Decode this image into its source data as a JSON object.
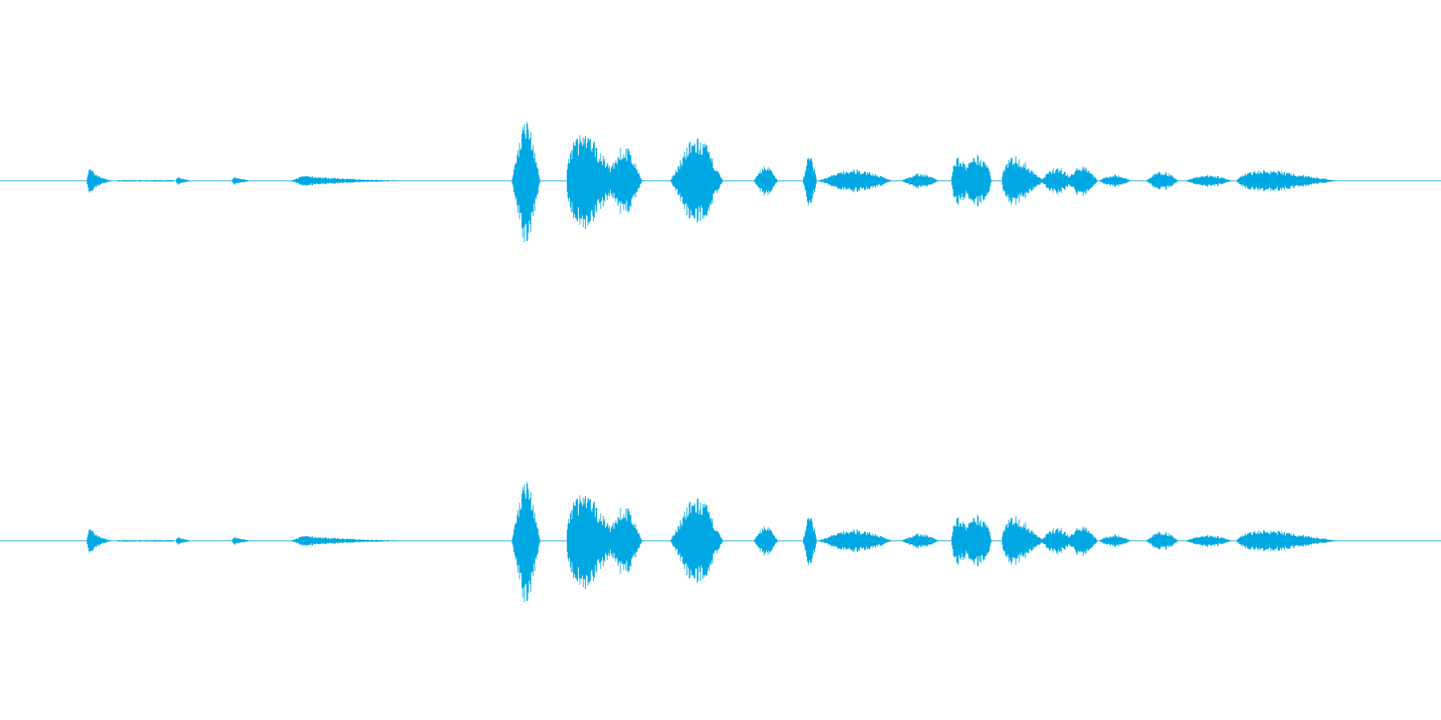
{
  "waveform": {
    "color": "#00a8e3",
    "channels": [
      {
        "id": "channel-1",
        "segments": [
          {
            "start": 0.06,
            "end": 0.082,
            "amp": 0.26,
            "shape": "decay"
          },
          {
            "start": 0.082,
            "end": 0.12,
            "amp": 0.02,
            "shape": "flat"
          },
          {
            "start": 0.122,
            "end": 0.137,
            "amp": 0.08,
            "shape": "decay"
          },
          {
            "start": 0.161,
            "end": 0.178,
            "amp": 0.1,
            "shape": "decay"
          },
          {
            "start": 0.202,
            "end": 0.305,
            "amp": 0.1,
            "shape": "decay"
          },
          {
            "start": 0.355,
            "end": 0.375,
            "amp": 1.0,
            "shape": "bell"
          },
          {
            "start": 0.393,
            "end": 0.432,
            "amp": 0.85,
            "shape": "bell-early"
          },
          {
            "start": 0.42,
            "end": 0.446,
            "amp": 0.55,
            "shape": "bell"
          },
          {
            "start": 0.465,
            "end": 0.502,
            "amp": 0.68,
            "shape": "bell"
          },
          {
            "start": 0.523,
            "end": 0.54,
            "amp": 0.25,
            "shape": "bell"
          },
          {
            "start": 0.557,
            "end": 0.567,
            "amp": 0.42,
            "shape": "bell"
          },
          {
            "start": 0.567,
            "end": 0.62,
            "amp": 0.18,
            "shape": "bell"
          },
          {
            "start": 0.625,
            "end": 0.652,
            "amp": 0.12,
            "shape": "bell"
          },
          {
            "start": 0.66,
            "end": 0.688,
            "amp": 0.4,
            "shape": "plateau"
          },
          {
            "start": 0.695,
            "end": 0.725,
            "amp": 0.45,
            "shape": "bell-early"
          },
          {
            "start": 0.722,
            "end": 0.745,
            "amp": 0.22,
            "shape": "bell"
          },
          {
            "start": 0.74,
            "end": 0.762,
            "amp": 0.26,
            "shape": "bell"
          },
          {
            "start": 0.762,
            "end": 0.785,
            "amp": 0.1,
            "shape": "bell"
          },
          {
            "start": 0.795,
            "end": 0.818,
            "amp": 0.16,
            "shape": "bell"
          },
          {
            "start": 0.822,
            "end": 0.855,
            "amp": 0.1,
            "shape": "bell"
          },
          {
            "start": 0.858,
            "end": 0.93,
            "amp": 0.19,
            "shape": "bell-early"
          }
        ]
      },
      {
        "id": "channel-2",
        "segments": [
          {
            "start": 0.06,
            "end": 0.082,
            "amp": 0.26,
            "shape": "decay"
          },
          {
            "start": 0.082,
            "end": 0.12,
            "amp": 0.02,
            "shape": "flat"
          },
          {
            "start": 0.122,
            "end": 0.137,
            "amp": 0.08,
            "shape": "decay"
          },
          {
            "start": 0.161,
            "end": 0.178,
            "amp": 0.1,
            "shape": "decay"
          },
          {
            "start": 0.202,
            "end": 0.305,
            "amp": 0.1,
            "shape": "decay"
          },
          {
            "start": 0.355,
            "end": 0.375,
            "amp": 1.0,
            "shape": "bell"
          },
          {
            "start": 0.393,
            "end": 0.432,
            "amp": 0.85,
            "shape": "bell-early"
          },
          {
            "start": 0.42,
            "end": 0.446,
            "amp": 0.55,
            "shape": "bell"
          },
          {
            "start": 0.465,
            "end": 0.502,
            "amp": 0.68,
            "shape": "bell"
          },
          {
            "start": 0.523,
            "end": 0.54,
            "amp": 0.25,
            "shape": "bell"
          },
          {
            "start": 0.557,
            "end": 0.567,
            "amp": 0.42,
            "shape": "bell"
          },
          {
            "start": 0.567,
            "end": 0.62,
            "amp": 0.18,
            "shape": "bell"
          },
          {
            "start": 0.625,
            "end": 0.652,
            "amp": 0.12,
            "shape": "bell"
          },
          {
            "start": 0.66,
            "end": 0.688,
            "amp": 0.4,
            "shape": "plateau"
          },
          {
            "start": 0.695,
            "end": 0.725,
            "amp": 0.45,
            "shape": "bell-early"
          },
          {
            "start": 0.722,
            "end": 0.745,
            "amp": 0.22,
            "shape": "bell"
          },
          {
            "start": 0.74,
            "end": 0.762,
            "amp": 0.26,
            "shape": "bell"
          },
          {
            "start": 0.762,
            "end": 0.785,
            "amp": 0.1,
            "shape": "bell"
          },
          {
            "start": 0.795,
            "end": 0.818,
            "amp": 0.16,
            "shape": "bell"
          },
          {
            "start": 0.822,
            "end": 0.855,
            "amp": 0.1,
            "shape": "bell"
          },
          {
            "start": 0.858,
            "end": 0.93,
            "amp": 0.19,
            "shape": "bell-early"
          }
        ]
      }
    ]
  }
}
